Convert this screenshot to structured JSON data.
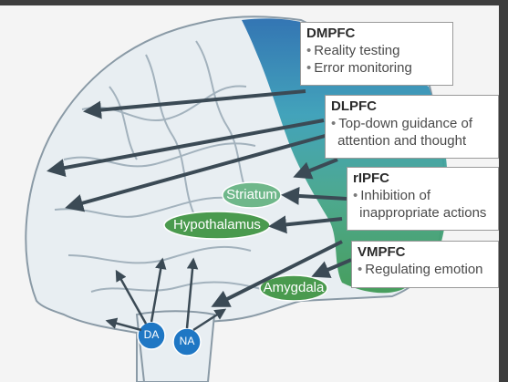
{
  "boxes": {
    "dmpfc": {
      "title": "DMPFC",
      "items": [
        "Reality testing",
        "Error monitoring"
      ]
    },
    "dlpfc": {
      "title": "DLPFC",
      "items": [
        "Top-down guidance of",
        "attention and thought"
      ]
    },
    "rifc": {
      "title": "rIPFC",
      "items": [
        "Inhibition of",
        "inappropriate actions"
      ]
    },
    "vmpfc": {
      "title": "VMPFC",
      "items": [
        "Regulating emotion"
      ]
    }
  },
  "regions": {
    "striatum": "Striatum",
    "hypothalamus": "Hypothalamus",
    "amygdala": "Amygdala",
    "da": "DA",
    "na": "NA"
  },
  "colors": {
    "dmpfc": "#2a6fb0",
    "dlpfc": "#3a9fb8",
    "rifc": "#45a58a",
    "vmpfc": "#3f9a55",
    "subcortical_green": "#4a9a4e",
    "brainstem_blue": "#1f77c4",
    "arrow": "#3b4a55",
    "brain_outline": "#8a9aa6",
    "brain_fill": "#e8eef2"
  }
}
